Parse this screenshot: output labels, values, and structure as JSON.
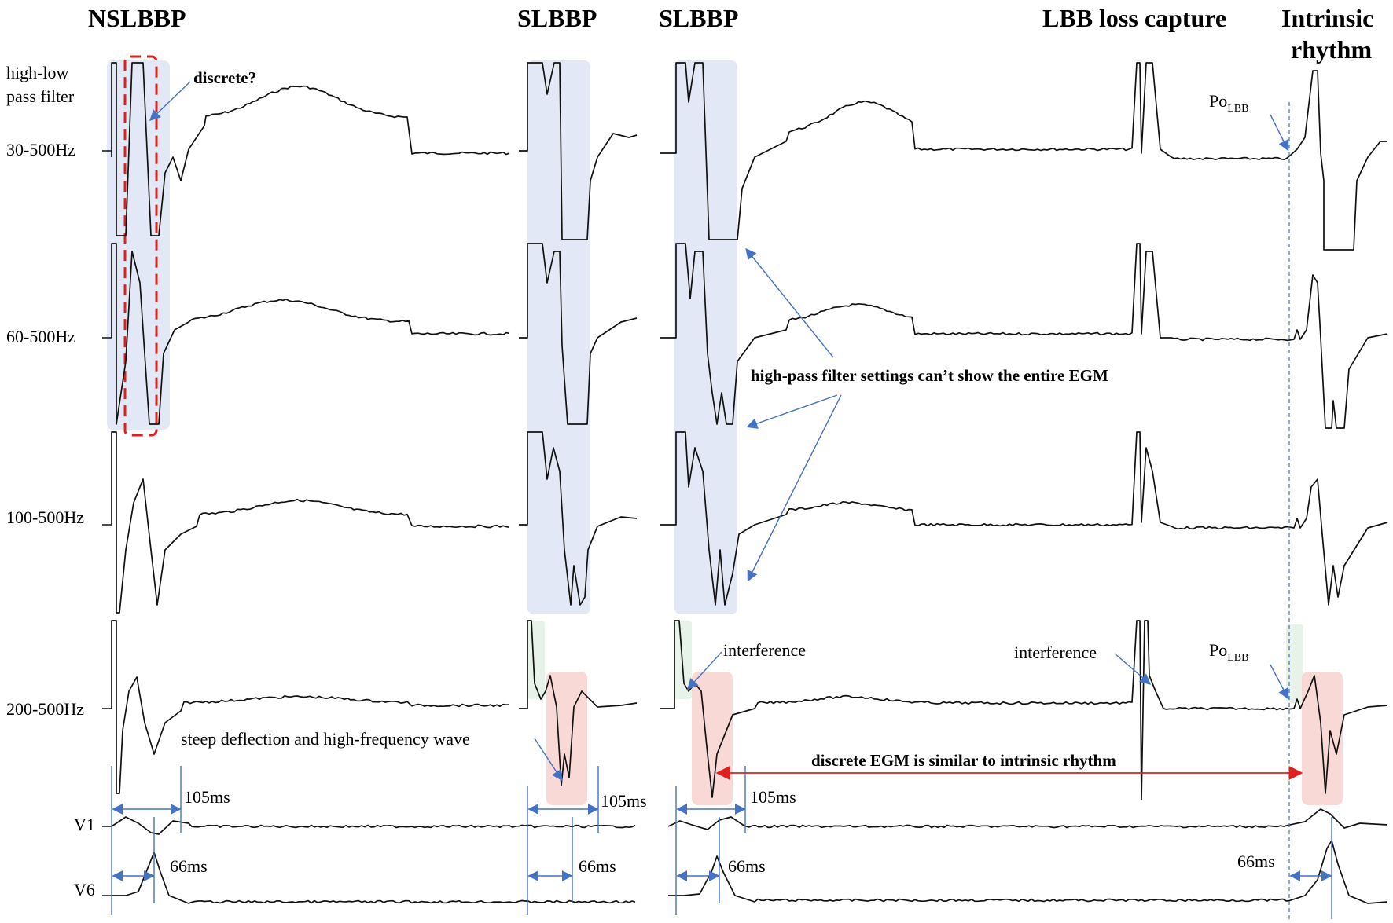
{
  "titles": {
    "nslbbp": "NSLBBP",
    "slbbp_1": "SLBBP",
    "slbbp_2": "SLBBP",
    "lbb_loss": "LBB loss capture",
    "intrinsic_line1": "Intrinsic",
    "intrinsic_line2": "rhythm"
  },
  "filter_header": {
    "line1": "high-low",
    "line2": "pass filter"
  },
  "filter_labels": [
    "30-500Hz",
    "60-500Hz",
    "100-500Hz",
    "200-500Hz"
  ],
  "surface_leads": [
    "V1",
    "V6"
  ],
  "measurements": {
    "qrs_nslbbp": "105ms",
    "qrs_slbbp_1": "105ms",
    "qrs_slbbp_2": "105ms",
    "v6_nslbbp": "66ms",
    "v6_slbbp_1": "66ms",
    "v6_slbbp_2": "66ms",
    "v6_intrinsic": "66ms"
  },
  "annotations": {
    "discrete": "discrete?",
    "po_lbb_top_main": "Po",
    "po_lbb_top_sub": "LBB",
    "po_lbb_bottom_main": "Po",
    "po_lbb_bottom_sub": "LBB",
    "high_pass_note": "high-pass filter settings can’t show the entire  EGM",
    "interference_1": "interference",
    "interference_2": "interference",
    "steep_deflection": "steep deflection and high-frequency wave",
    "discrete_similar": "discrete EGM is similar to intrinsic rhythm"
  },
  "colors": {
    "highlight_blue": "#dde4f3",
    "highlight_red": "#f7d5d0",
    "highlight_green": "#e4f1e6",
    "arrow_blue": "#4472c4",
    "arrow_red": "#e02020",
    "dashed_box_red": "#e02020",
    "trace": "#111111"
  }
}
